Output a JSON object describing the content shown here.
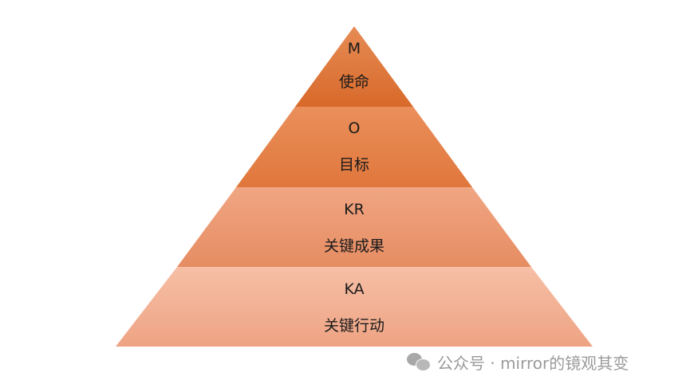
{
  "diagram": {
    "type": "pyramid",
    "layers": [
      {
        "code": "M",
        "name": "使命",
        "color_top": "#e68c55",
        "color_bottom": "#d8692a"
      },
      {
        "code": "O",
        "name": "目标",
        "color_top": "#ea8f5b",
        "color_bottom": "#e0773c"
      },
      {
        "code": "KR",
        "name": "关键成果",
        "color_top": "#f0a683",
        "color_bottom": "#e68c62"
      },
      {
        "code": "KA",
        "name": "关键行动",
        "color_top": "#f6bfa6",
        "color_bottom": "#eea383"
      }
    ]
  },
  "watermark": {
    "icon": "wechat-icon",
    "text": "公众号 · mirror的镜观其变"
  }
}
